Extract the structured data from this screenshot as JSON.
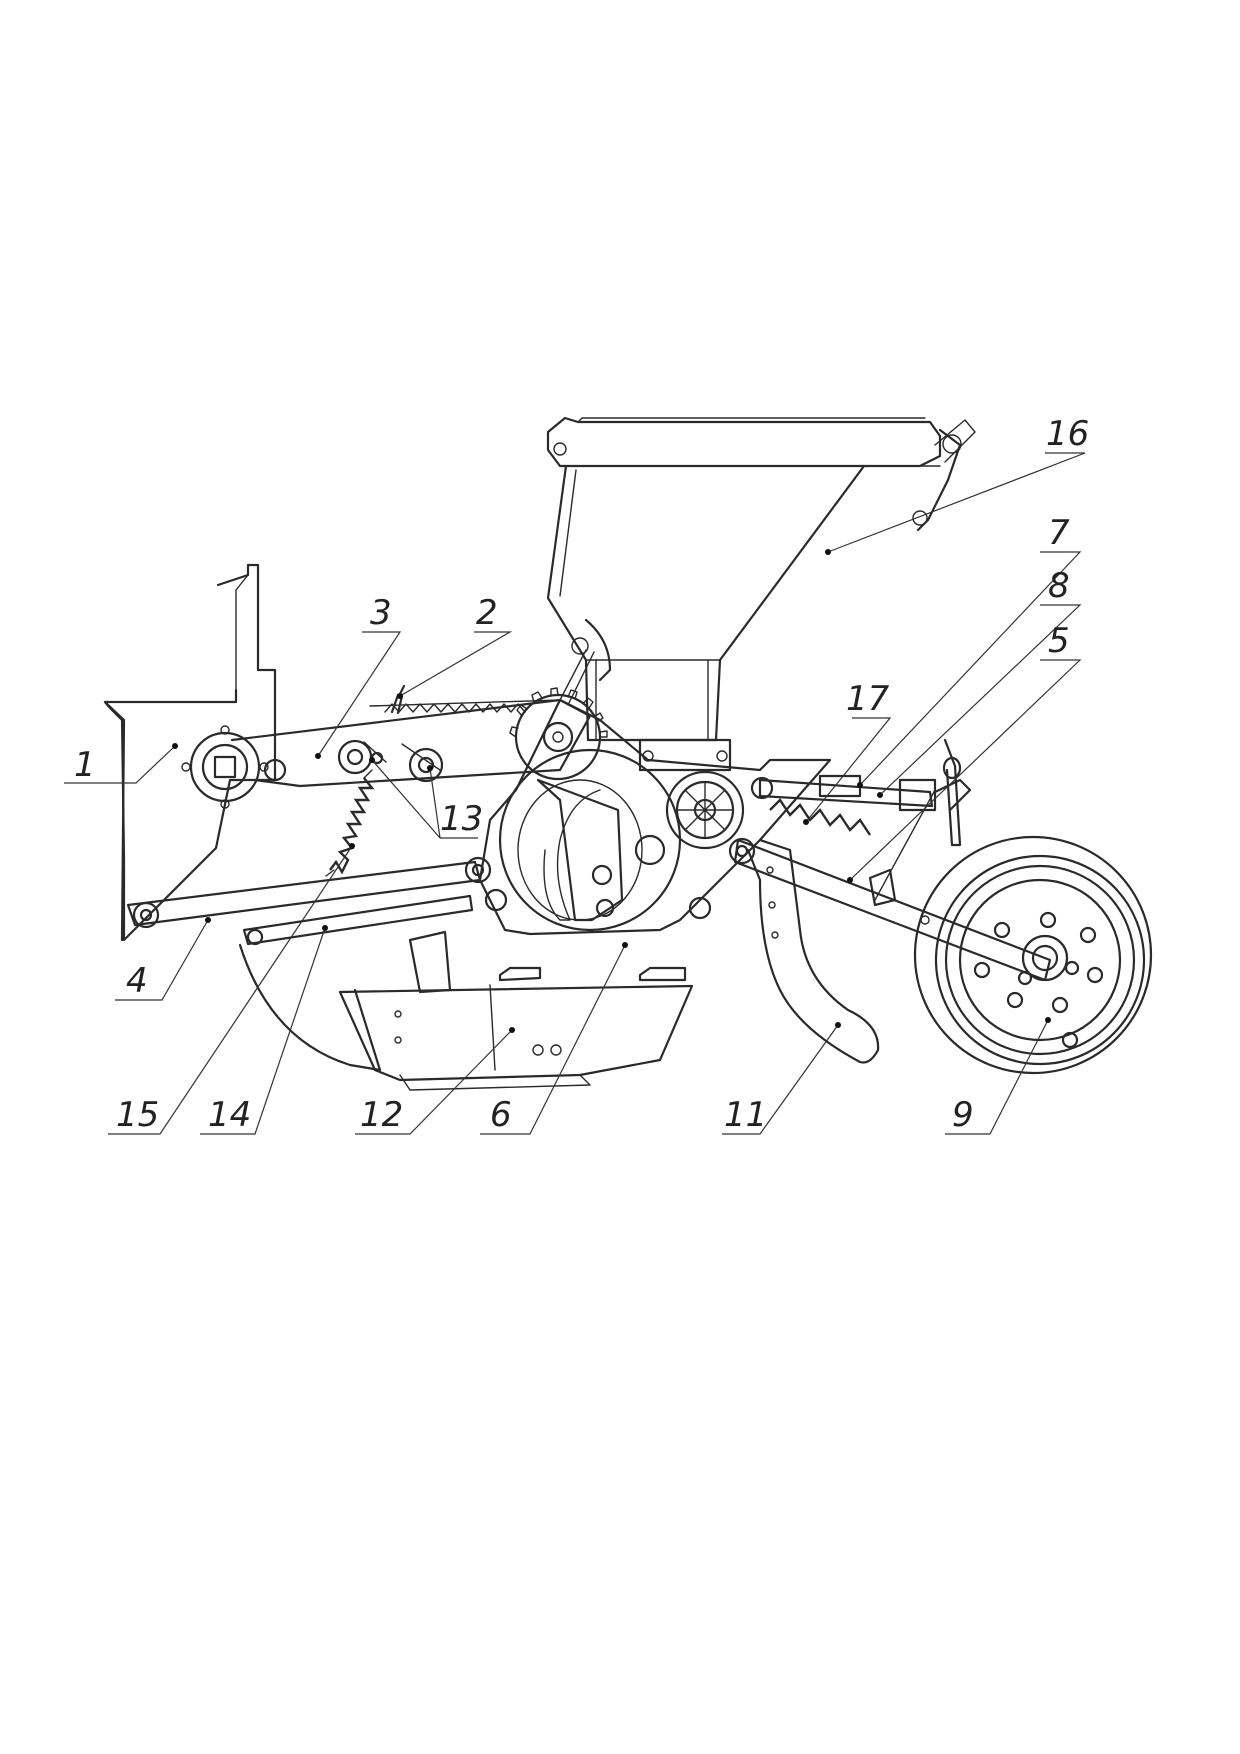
{
  "callouts": [
    {
      "id": "c1",
      "label": "1"
    },
    {
      "id": "c2",
      "label": "2"
    },
    {
      "id": "c3",
      "label": "3"
    },
    {
      "id": "c4",
      "label": "4"
    },
    {
      "id": "c5",
      "label": "5"
    },
    {
      "id": "c6",
      "label": "6"
    },
    {
      "id": "c7",
      "label": "7"
    },
    {
      "id": "c8",
      "label": "8"
    },
    {
      "id": "c9",
      "label": "9"
    },
    {
      "id": "c11",
      "label": "11"
    },
    {
      "id": "c12",
      "label": "12"
    },
    {
      "id": "c13",
      "label": "13"
    },
    {
      "id": "c14",
      "label": "14"
    },
    {
      "id": "c15",
      "label": "15"
    },
    {
      "id": "c16",
      "label": "16"
    },
    {
      "id": "c17",
      "label": "17"
    }
  ]
}
